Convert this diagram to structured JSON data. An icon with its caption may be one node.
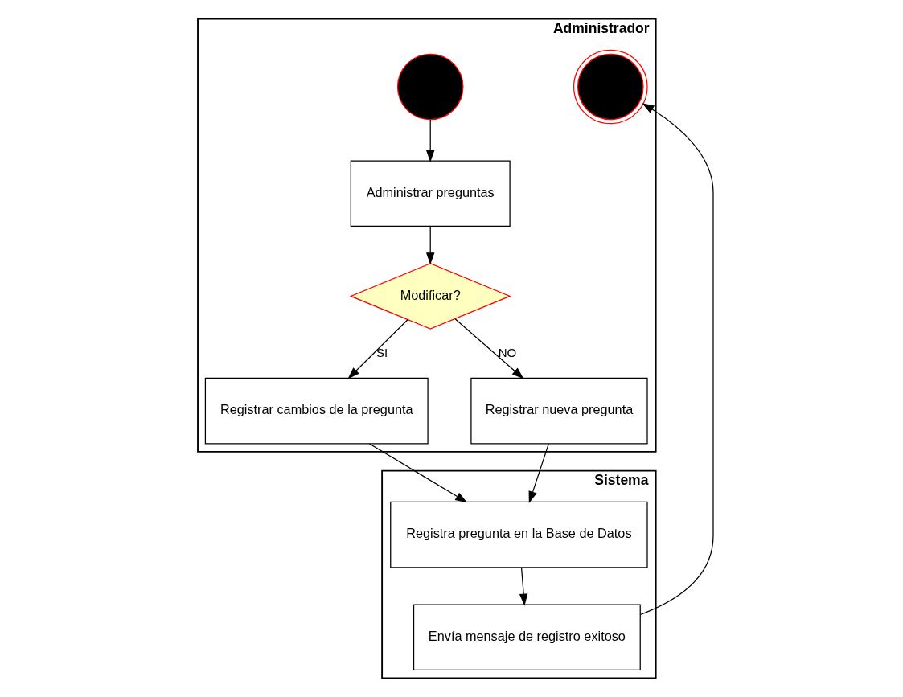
{
  "diagram": {
    "nodes": [
      {
        "text": [
          "Administrador"
        ]
      },
      {
        "text": [
          "Sistema"
        ]
      },
      {
        "text": [],
        "shape": "circle",
        "in": 0
      },
      {
        "text": [
          "Administrar preguntas"
        ],
        "in": 0
      },
      {
        "text": [
          "Modificar?"
        ],
        "in": 0
      },
      {
        "text": [
          "Registrar cambios de la pregunta"
        ],
        "in": 0
      },
      {
        "text": [
          "Registrar nueva pregunta"
        ],
        "in": 0
      },
      {
        "text": [
          "Registra pregunta en la Base de Datos"
        ],
        "in": 1
      },
      {
        "text": [
          "Envía mensaje de registro exitoso"
        ],
        "in": 1
      },
      {
        "text": [],
        "shape": "bullseye",
        "in": 0
      }
    ],
    "edges": [
      {
        "from": 2,
        "to": 3,
        "arrow": "to"
      },
      {
        "from": 3,
        "to": 4,
        "arrow": "to"
      },
      {
        "from": 4,
        "to": 5,
        "arrow": "to",
        "label": "SI"
      },
      {
        "from": 4,
        "to": 6,
        "arrow": "to",
        "label": "NO"
      },
      {
        "from": 6,
        "to": 7,
        "arrow": "to"
      },
      {
        "from": 5,
        "to": 7,
        "arrow": "to"
      },
      {
        "from": 7,
        "to": 8,
        "arrow": "to"
      },
      {
        "from": 8,
        "to": 9,
        "arrow": "to"
      }
    ]
  }
}
